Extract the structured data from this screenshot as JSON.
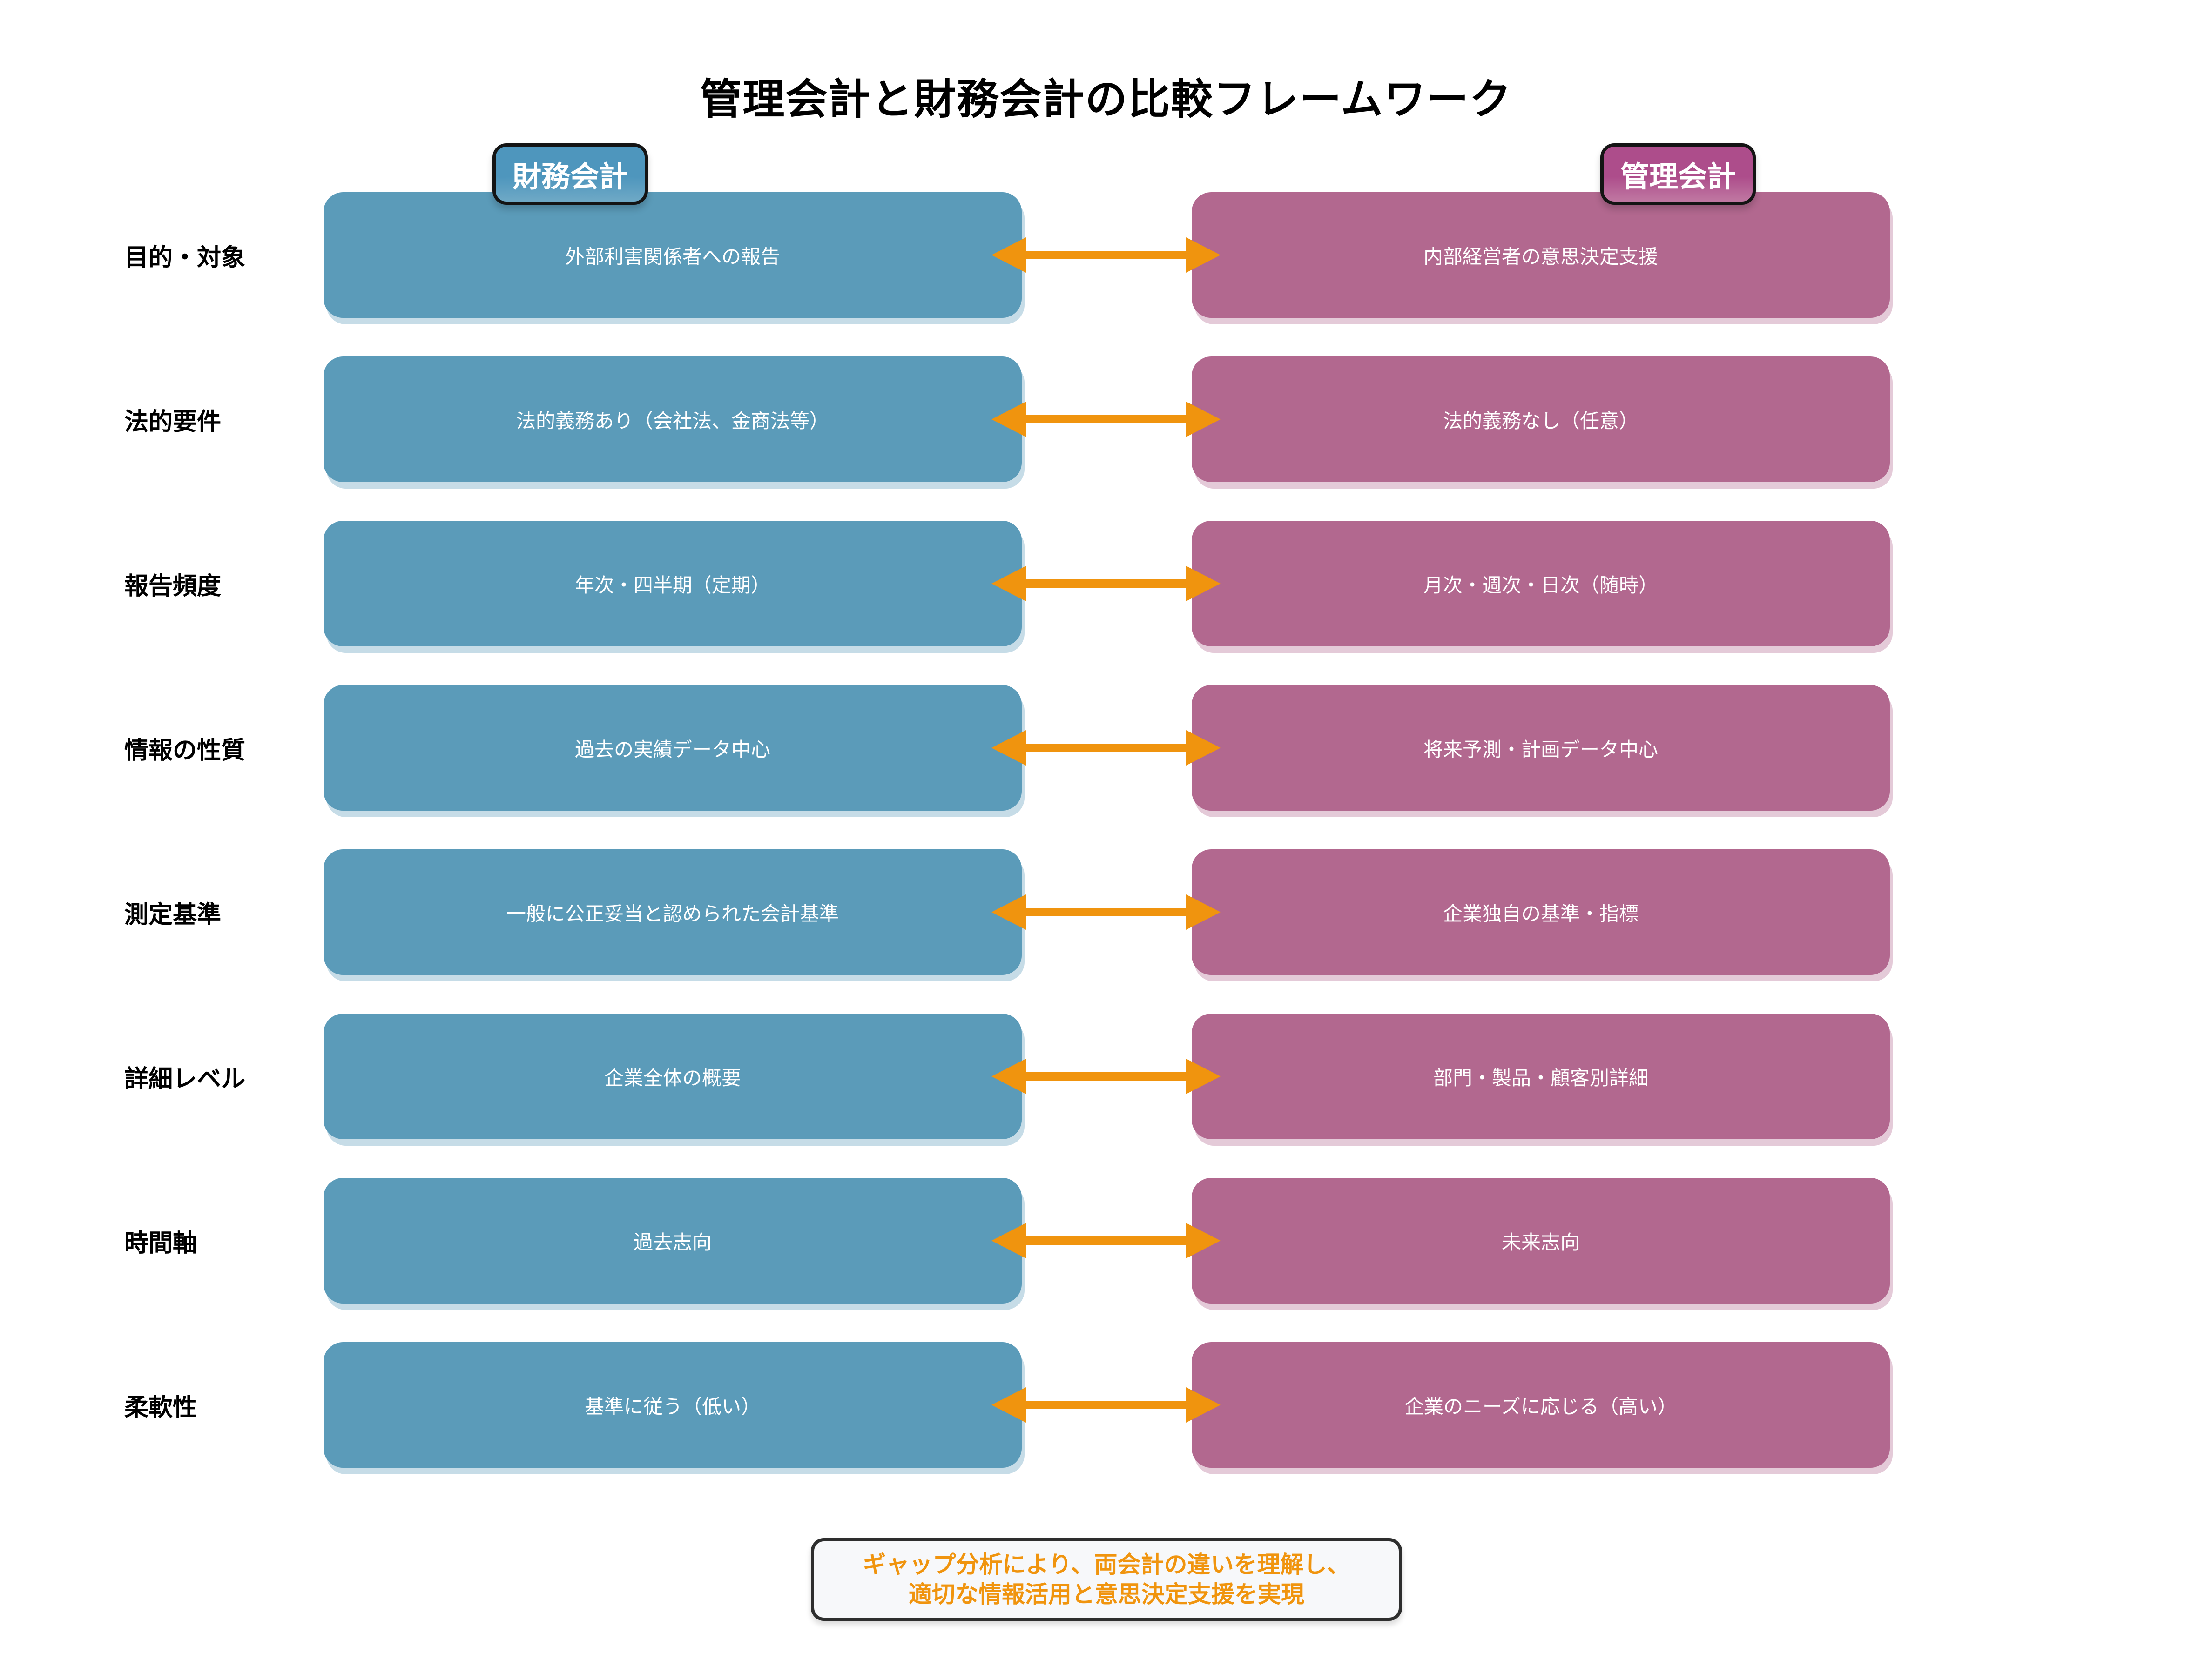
{
  "title": "管理会計と財務会計の比較フレームワーク",
  "columns": {
    "financial_label": "財務会計",
    "management_label": "管理会計"
  },
  "rows": [
    {
      "label": "目的・対象",
      "left": "外部利害関係者への報告",
      "right": "内部経営者の意思決定支援"
    },
    {
      "label": "法的要件",
      "left": "法的義務あり（会社法、金商法等）",
      "right": "法的義務なし（任意）"
    },
    {
      "label": "報告頻度",
      "left": "年次・四半期（定期）",
      "right": "月次・週次・日次（随時）"
    },
    {
      "label": "情報の性質",
      "left": "過去の実績データ中心",
      "right": "将来予測・計画データ中心"
    },
    {
      "label": "測定基準",
      "left": "一般に公正妥当と認められた会計基準",
      "right": "企業独自の基準・指標"
    },
    {
      "label": "詳細レベル",
      "left": "企業全体の概要",
      "right": "部門・製品・顧客別詳細"
    },
    {
      "label": "時間軸",
      "left": "過去志向",
      "right": "未来志向"
    },
    {
      "label": "柔軟性",
      "left": "基準に従う（低い）",
      "right": "企業のニーズに応じる（高い）"
    }
  ],
  "note": {
    "line1": "ギャップ分析により、両会計の違いを理解し、",
    "line2": "適切な情報活用と意思決定支援を実現"
  },
  "colors": {
    "financial": "#5B9BB9",
    "management": "#B2688F",
    "financial_badge": "#4E96BD",
    "financial_badge_light": "#6FA9C6",
    "management_badge": "#AD4D8B",
    "management_badge_light": "#C078A2",
    "arrow": "#F0940E",
    "note_text": "#F0940E"
  }
}
